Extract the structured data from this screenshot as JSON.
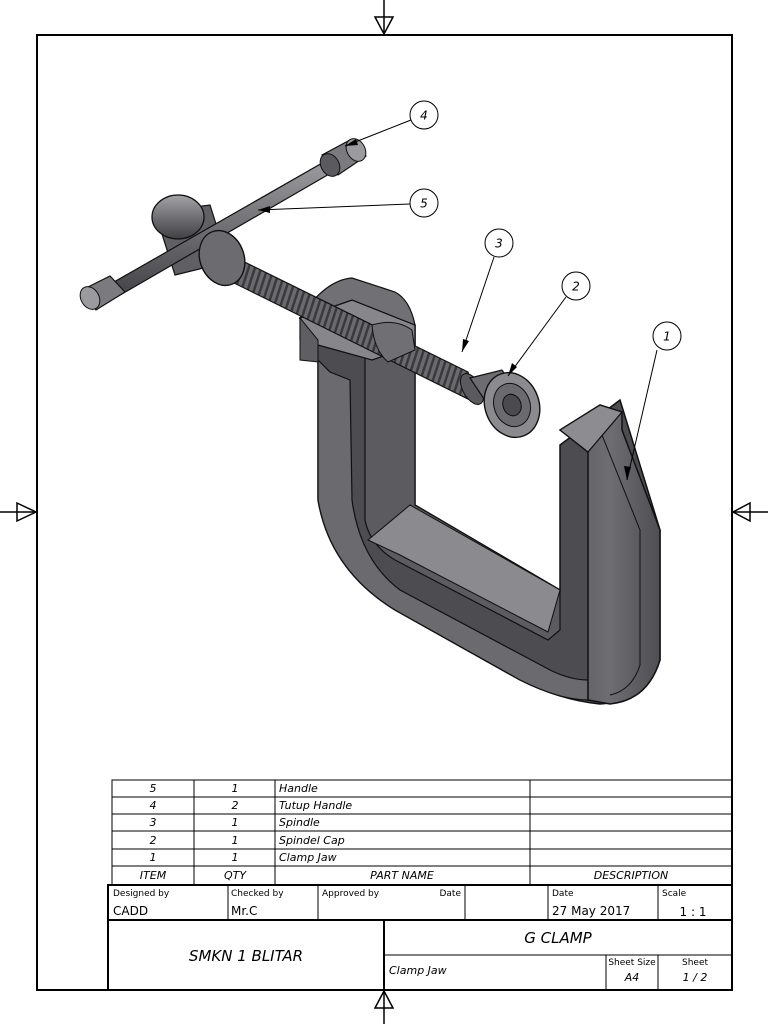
{
  "bom": {
    "rows": [
      {
        "item": "5",
        "qty": "1",
        "part": "Handle",
        "desc": ""
      },
      {
        "item": "4",
        "qty": "2",
        "part": "Tutup Handle",
        "desc": ""
      },
      {
        "item": "3",
        "qty": "1",
        "part": "Spindle",
        "desc": ""
      },
      {
        "item": "2",
        "qty": "1",
        "part": "Spindel Cap",
        "desc": ""
      },
      {
        "item": "1",
        "qty": "1",
        "part": "Clamp Jaw",
        "desc": ""
      }
    ],
    "headers": {
      "item": "ITEM",
      "qty": "QTY",
      "part": "PART NAME",
      "desc": "DESCRIPTION"
    }
  },
  "titleblock": {
    "designed_by_label": "Designed by",
    "designed_by": "CADD",
    "checked_by_label": "Checked by",
    "checked_by": "Mr.C",
    "approved_by_label": "Approved by",
    "approved_date_label": "Date",
    "date_label": "Date",
    "date": "27 May 2017",
    "scale_label": "Scale",
    "scale": "1 : 1",
    "school": "SMKN 1 BLITAR",
    "title": "G CLAMP",
    "subtitle": "Clamp Jaw",
    "sheet_size_label": "Sheet Size",
    "sheet_size": "A4",
    "sheet_label": "Sheet",
    "sheet": "1 / 2"
  },
  "balloons": [
    {
      "number": "1"
    },
    {
      "number": "2"
    },
    {
      "number": "3"
    },
    {
      "number": "4"
    },
    {
      "number": "5"
    }
  ],
  "colors": {
    "metal_dark": "#4a4a4e",
    "metal_mid": "#6b6b70",
    "metal_light": "#8e8e93",
    "metal_highlight": "#a9a9ae",
    "line": "#000000"
  }
}
